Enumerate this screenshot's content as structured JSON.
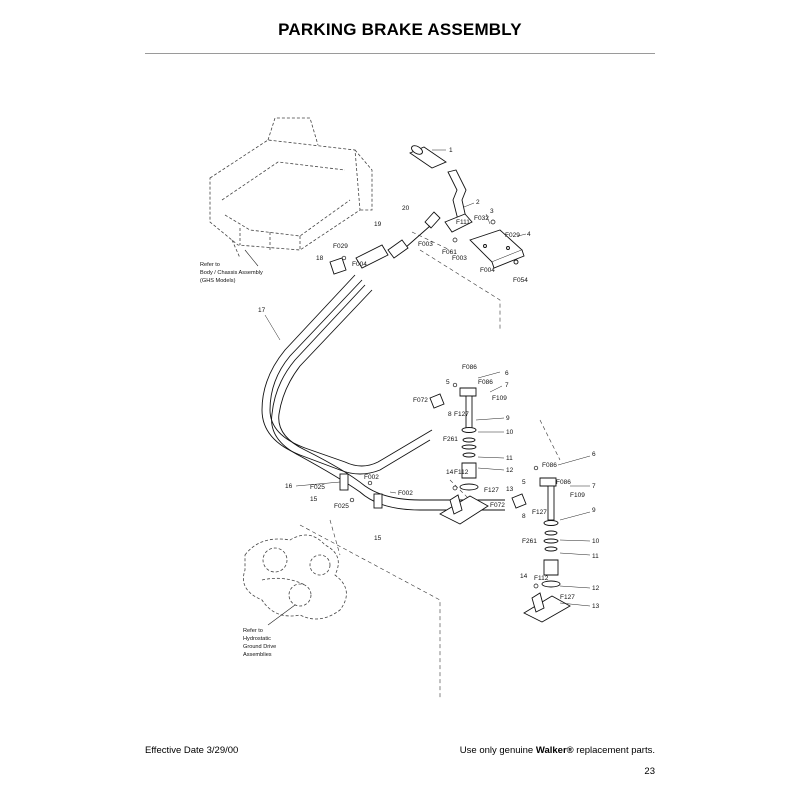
{
  "page": {
    "title": "PARKING BRAKE ASSEMBLY",
    "effective_date": "Effective Date 3/29/00",
    "footer_prefix": "Use only genuine ",
    "footer_brand": "Walker®",
    "footer_suffix": " replacement parts.",
    "page_number": "23"
  },
  "notes": {
    "chassis": [
      "Refer to",
      "Body / Chassis Assembly",
      "(GHS Models)"
    ],
    "hydro": [
      "Refer to",
      "Hydrostatic",
      "Ground Drive",
      "Assemblies"
    ]
  },
  "callouts": {
    "c1": "1",
    "c2": "2",
    "c3": "3",
    "c4": "4",
    "c5a": "5",
    "c6a": "6",
    "c7a": "7",
    "c8a": "8",
    "c9a": "9",
    "c10a": "10",
    "c11a": "11",
    "c12a": "12",
    "c13a": "13",
    "c14a": "14",
    "c15a": "15",
    "c15b": "15",
    "c16": "16",
    "c17": "17",
    "c18": "18",
    "c19": "19",
    "c20": "20",
    "c5b": "5",
    "c6b": "6",
    "c7b": "7",
    "c8b": "8",
    "c9b": "9",
    "c10b": "10",
    "c11b": "11",
    "c12b": "12",
    "c13b": "13",
    "c14b": "14",
    "F111": "F111",
    "F032": "F032",
    "F029a": "F029",
    "F029b": "F029",
    "F061": "F061",
    "F003a": "F003",
    "F003b": "F003",
    "F004a": "F004",
    "F004b": "F004",
    "F054": "F054",
    "F086a": "F086",
    "F086b": "F086",
    "F086c": "F086",
    "F086d": "F086",
    "F109a": "F109",
    "F109b": "F109",
    "F072a": "F072",
    "F072b": "F072",
    "F127a": "F127",
    "F127b": "F127",
    "F127c": "F127",
    "F127d": "F127",
    "F261a": "F261",
    "F261b": "F261",
    "F112a": "F112",
    "F112b": "F112",
    "F002a": "F002",
    "F002b": "F002",
    "F025a": "F025",
    "F025b": "F025"
  }
}
